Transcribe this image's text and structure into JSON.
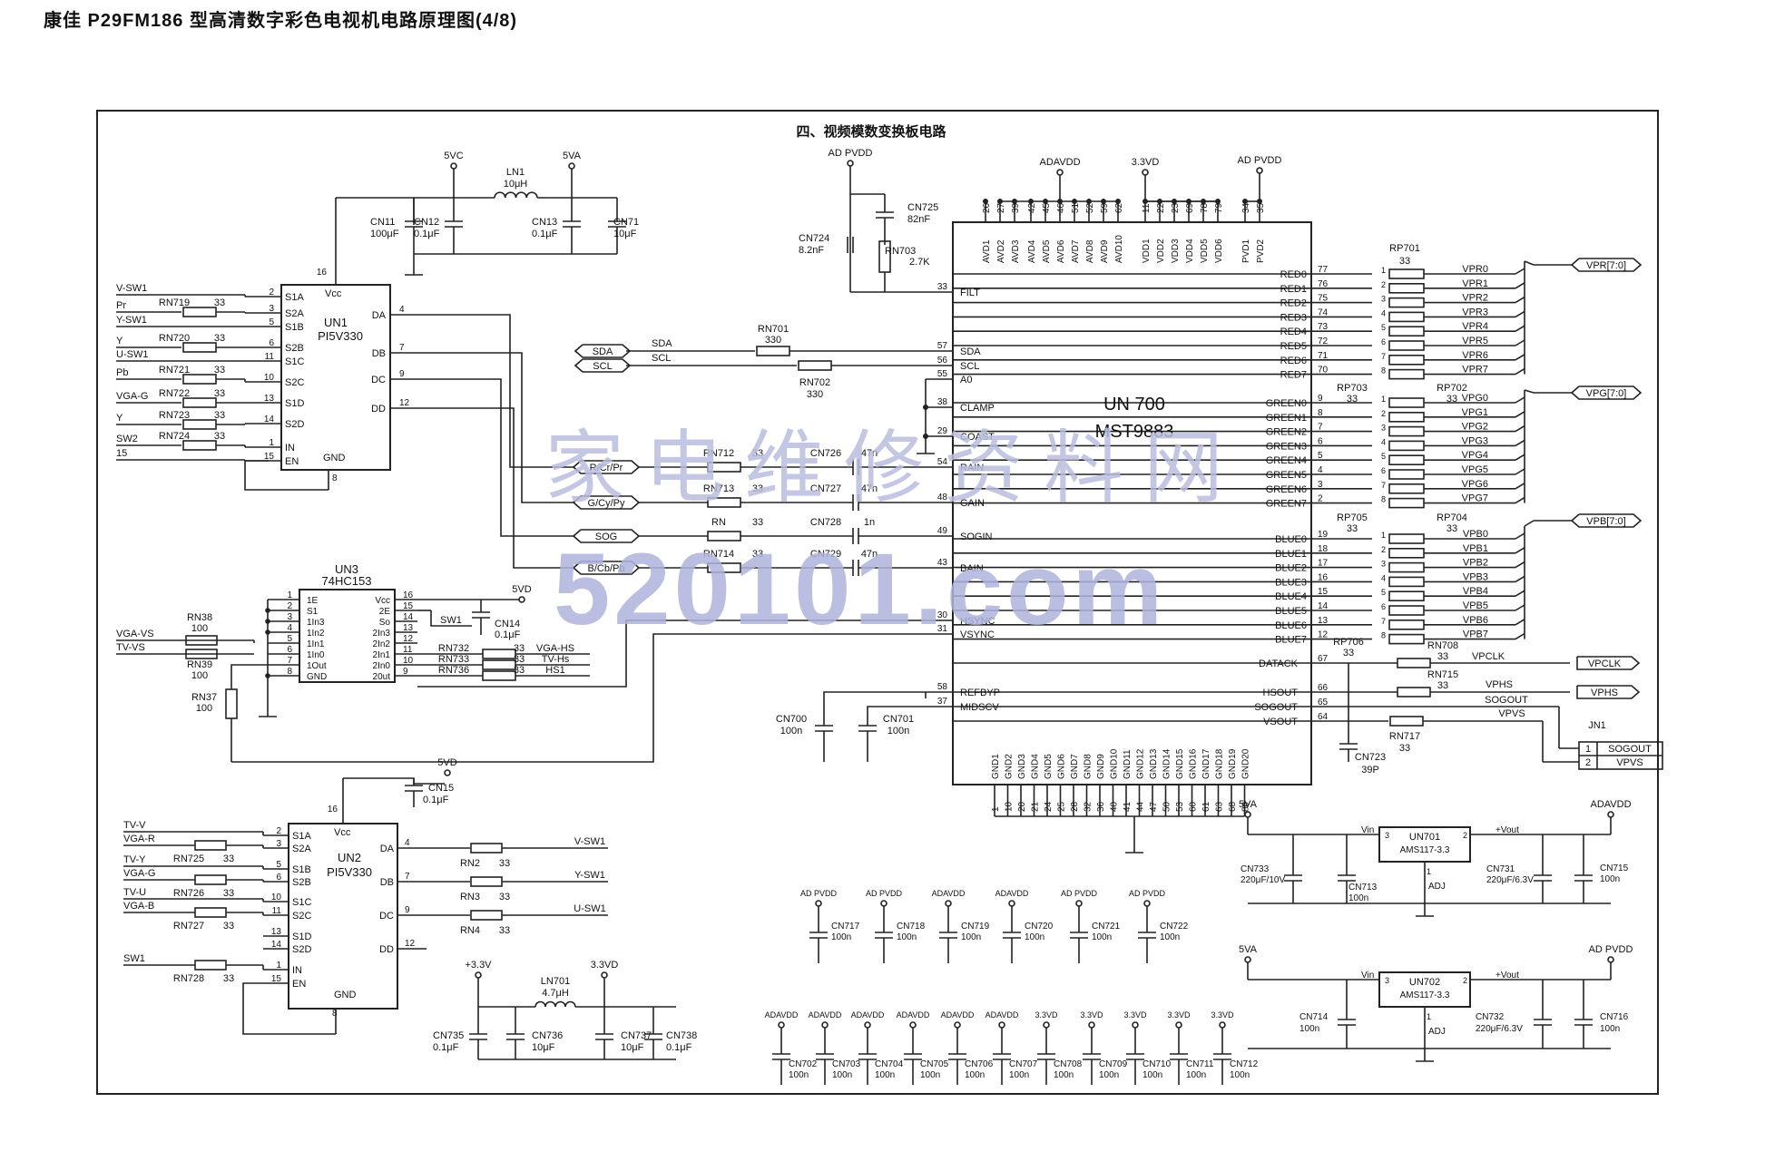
{
  "title": "康佳 P29FM186 型高清数字彩色电视机电路原理图(4/8)",
  "section_title": "四、视频模数变换板电路",
  "watermark": {
    "cn": "家电维修资料网",
    "url": "520101.com"
  },
  "main_ic": {
    "ref": "UN 700",
    "part": "MST9883",
    "top_pins": [
      {
        "pin": "26",
        "name": "AVD1"
      },
      {
        "pin": "27",
        "name": "AVD2"
      },
      {
        "pin": "39",
        "name": "AVD3"
      },
      {
        "pin": "42",
        "name": "AVD4"
      },
      {
        "pin": "45",
        "name": "AVD5"
      },
      {
        "pin": "46",
        "name": "AVD6"
      },
      {
        "pin": "51",
        "name": "AVD7"
      },
      {
        "pin": "52",
        "name": "AVD8"
      },
      {
        "pin": "59",
        "name": "AVD9"
      },
      {
        "pin": "62",
        "name": "AVD10"
      },
      {
        "pin": "11",
        "name": "VDD1"
      },
      {
        "pin": "22",
        "name": "VDD2"
      },
      {
        "pin": "23",
        "name": "VDD3"
      },
      {
        "pin": "69",
        "name": "VDD4"
      },
      {
        "pin": "78",
        "name": "VDD5"
      },
      {
        "pin": "79",
        "name": "VDD6"
      },
      {
        "pin": "34",
        "name": "PVD1"
      },
      {
        "pin": "35",
        "name": "PVD2"
      }
    ],
    "bottom_pins": [
      {
        "pin": "1",
        "name": "GND1"
      },
      {
        "pin": "10",
        "name": "GND2"
      },
      {
        "pin": "20",
        "name": "GND3"
      },
      {
        "pin": "21",
        "name": "GND4"
      },
      {
        "pin": "24",
        "name": "GND5"
      },
      {
        "pin": "25",
        "name": "GND6"
      },
      {
        "pin": "28",
        "name": "GND7"
      },
      {
        "pin": "32",
        "name": "GND8"
      },
      {
        "pin": "36",
        "name": "GND9"
      },
      {
        "pin": "40",
        "name": "GND10"
      },
      {
        "pin": "41",
        "name": "GND11"
      },
      {
        "pin": "44",
        "name": "GND12"
      },
      {
        "pin": "47",
        "name": "GND13"
      },
      {
        "pin": "50",
        "name": "GND14"
      },
      {
        "pin": "53",
        "name": "GND15"
      },
      {
        "pin": "60",
        "name": "GND16"
      },
      {
        "pin": "61",
        "name": "GND17"
      },
      {
        "pin": "63",
        "name": "GND18"
      },
      {
        "pin": "68",
        "name": "GND19"
      },
      {
        "pin": "80",
        "name": "GND20"
      }
    ],
    "left_pins": [
      {
        "pin": "33",
        "name": "FILT"
      },
      {
        "pin": "57",
        "name": "SDA"
      },
      {
        "pin": "56",
        "name": "SCL"
      },
      {
        "pin": "55",
        "name": "A0"
      },
      {
        "pin": "38",
        "name": "CLAMP"
      },
      {
        "pin": "29",
        "name": "COAST"
      },
      {
        "pin": "54",
        "name": "RAIN"
      },
      {
        "pin": "48",
        "name": "GAIN"
      },
      {
        "pin": "49",
        "name": "SOGIN"
      },
      {
        "pin": "43",
        "name": "BAIN"
      },
      {
        "pin": "30",
        "name": "HSYNC"
      },
      {
        "pin": "31",
        "name": "VSYNC"
      },
      {
        "pin": "58",
        "name": "REFBYP"
      },
      {
        "pin": "37",
        "name": "MIDSCV"
      }
    ],
    "red_pins": [
      {
        "pin": "77",
        "name": "RED0"
      },
      {
        "pin": "76",
        "name": "RED1"
      },
      {
        "pin": "75",
        "name": "RED2"
      },
      {
        "pin": "74",
        "name": "RED3"
      },
      {
        "pin": "73",
        "name": "RED4"
      },
      {
        "pin": "72",
        "name": "RED5"
      },
      {
        "pin": "71",
        "name": "RED6"
      },
      {
        "pin": "70",
        "name": "RED7"
      }
    ],
    "green_pins": [
      {
        "pin": "9",
        "name": "GREEN0"
      },
      {
        "pin": "8",
        "name": "GREEN1"
      },
      {
        "pin": "7",
        "name": "GREEN2"
      },
      {
        "pin": "6",
        "name": "GREEN3"
      },
      {
        "pin": "5",
        "name": "GREEN4"
      },
      {
        "pin": "4",
        "name": "GREEN5"
      },
      {
        "pin": "3",
        "name": "GREEN6"
      },
      {
        "pin": "2",
        "name": "GREEN7"
      }
    ],
    "blue_pins": [
      {
        "pin": "19",
        "name": "BLUE0"
      },
      {
        "pin": "18",
        "name": "BLUE1"
      },
      {
        "pin": "17",
        "name": "BLUE2"
      },
      {
        "pin": "16",
        "name": "BLUE3"
      },
      {
        "pin": "15",
        "name": "BLUE4"
      },
      {
        "pin": "14",
        "name": "BLUE5"
      },
      {
        "pin": "13",
        "name": "BLUE6"
      },
      {
        "pin": "12",
        "name": "BLUE7"
      }
    ],
    "right_misc": [
      {
        "pin": "67",
        "name": "DATACK"
      },
      {
        "pin": "66",
        "name": "HSOUT"
      },
      {
        "pin": "65",
        "name": "SOGOUT"
      },
      {
        "pin": "64",
        "name": "VSOUT"
      }
    ]
  },
  "buses": {
    "red": {
      "array": "RP701",
      "value": "33",
      "nets": [
        "VPR0",
        "VPR1",
        "VPR2",
        "VPR3",
        "VPR4",
        "VPR5",
        "VPR6",
        "VPR7"
      ],
      "label": "VPR[7:0]"
    },
    "green": {
      "array1": "RP703",
      "array2": "RP702",
      "value": "33",
      "nets": [
        "VPG0",
        "VPG1",
        "VPG2",
        "VPG3",
        "VPG4",
        "VPG5",
        "VPG6",
        "VPG7"
      ],
      "label": "VPG[7:0]"
    },
    "blue": {
      "array1": "RP705",
      "array2": "RP704",
      "value": "33",
      "nets": [
        "VPB0",
        "VPB1",
        "VPB2",
        "VPB3",
        "VPB4",
        "VPB5",
        "VPB6",
        "VPB7"
      ],
      "label": "VPB[7:0]"
    }
  },
  "rp_pins": [
    "1",
    "2",
    "3",
    "4",
    "5",
    "6",
    "7",
    "8",
    "1",
    "2",
    "3",
    "4",
    "5",
    "6",
    "7",
    "8"
  ],
  "right_outputs": {
    "rp706": {
      "ref": "RP706",
      "value": "33"
    },
    "rn708": {
      "ref": "RN708",
      "value": "33",
      "net": "VPCLK",
      "label": "VPCLK"
    },
    "rn715": {
      "ref": "RN715",
      "value": "33",
      "net": "VPHS",
      "label": "VPHS"
    },
    "sogout": "SOGOUT",
    "vpvs": "VPVS",
    "rn717": {
      "ref": "RN717",
      "value": "33"
    },
    "cn723": {
      "ref": "CN723",
      "value": "39P"
    },
    "jn1": {
      "ref": "JN1",
      "p1": "1",
      "n1": "SOGOUT",
      "p2": "2",
      "n2": "VPVS"
    }
  },
  "power_top": {
    "adpvdd": "AD PVDD",
    "adavdd": "ADAVDD",
    "v33": "3.3VD",
    "adpvdd2": "AD PVDD",
    "cn725": {
      "ref": "CN725",
      "value": "82nF"
    },
    "cn724": {
      "ref": "CN724",
      "value": "8.2nF"
    },
    "rn703": {
      "ref": "RN703",
      "value": "2.7K"
    }
  },
  "i2c": {
    "sda": "SDA",
    "scl": "SCL",
    "rn701": {
      "ref": "RN701",
      "value": "330"
    },
    "rn702": {
      "ref": "RN702",
      "value": "330"
    }
  },
  "analog_in": [
    {
      "label": "R/Cr/Pr",
      "res": "RN712",
      "rval": "33",
      "cap": "CN726",
      "cval": "47n"
    },
    {
      "label": "G/Cy/Py",
      "res": "RN713",
      "rval": "33",
      "cap": "CN727",
      "cval": "47n"
    },
    {
      "label": "SOG",
      "res": "RN",
      "rval": "33",
      "cap": "CN728",
      "cval": "1n"
    },
    {
      "label": "B/Cb/Pb",
      "res": "RN714",
      "rval": "33",
      "cap": "CN729",
      "cval": "47n"
    }
  ],
  "refcaps": {
    "cn700": {
      "ref": "CN700",
      "value": "100n"
    },
    "cn701": {
      "ref": "CN701",
      "value": "100n"
    }
  },
  "un1": {
    "ref": "UN1",
    "part": "PI5V330",
    "vcc": "Vcc",
    "gnd": "GND",
    "vcc_pin": "16",
    "gnd_pin": "8",
    "left": [
      {
        "pin": "2",
        "name": "S1A"
      },
      {
        "pin": "3",
        "name": "S2A"
      },
      {
        "pin": "5",
        "name": "S1B"
      },
      {
        "pin": "6",
        "name": "S2B"
      },
      {
        "pin": "11",
        "name": "S1C"
      },
      {
        "pin": "10",
        "name": "S2C"
      },
      {
        "pin": "13",
        "name": "S1D"
      },
      {
        "pin": "14",
        "name": "S2D"
      },
      {
        "pin": "1",
        "name": "IN"
      },
      {
        "pin": "15",
        "name": "EN"
      }
    ],
    "right": [
      {
        "pin": "4",
        "name": "DA"
      },
      {
        "pin": "7",
        "name": "DB"
      },
      {
        "pin": "9",
        "name": "DC"
      },
      {
        "pin": "12",
        "name": "DD"
      }
    ],
    "inputs": [
      {
        "net": "V-SW1"
      },
      {
        "net": "Pr",
        "res": "RN719",
        "val": "33"
      },
      {
        "net": "Y-SW1"
      },
      {
        "net": "Y",
        "res": "RN720",
        "val": "33"
      },
      {
        "net": "U-SW1"
      },
      {
        "net": "Pb",
        "res": "RN721",
        "val": "33"
      },
      {
        "net": "VGA-G",
        "res": "RN722",
        "val": "33"
      },
      {
        "net": "Y",
        "res": "RN723",
        "val": "33"
      },
      {
        "net": "SW2",
        "res": "RN724",
        "val": "33"
      },
      {
        "net": "15"
      }
    ]
  },
  "power_un1": {
    "v5vc": "5VC",
    "v5va": "5VA",
    "ln1": {
      "ref": "LN1",
      "value": "10μH"
    },
    "caps": [
      {
        "ref": "CN11",
        "value": "100μF"
      },
      {
        "ref": "CN12",
        "value": "0.1μF"
      },
      {
        "ref": "CN13",
        "value": "0.1μF"
      },
      {
        "ref": "CN71",
        "value": "10μF"
      }
    ]
  },
  "un3": {
    "ref": "UN3",
    "part": "74HC153",
    "left": [
      {
        "pin": "1",
        "name": "1E"
      },
      {
        "pin": "2",
        "name": "S1"
      },
      {
        "pin": "3",
        "name": "1In3"
      },
      {
        "pin": "4",
        "name": "1In2"
      },
      {
        "pin": "5",
        "name": "1In1"
      },
      {
        "pin": "6",
        "name": "1In0"
      },
      {
        "pin": "7",
        "name": "1Out"
      },
      {
        "pin": "8",
        "name": "GND"
      }
    ],
    "right": [
      {
        "pin": "16",
        "name": "Vcc"
      },
      {
        "pin": "15",
        "name": "2E"
      },
      {
        "pin": "14",
        "name": "So"
      },
      {
        "pin": "13",
        "name": "2In3"
      },
      {
        "pin": "12",
        "name": "2In2"
      },
      {
        "pin": "11",
        "name": "2In1"
      },
      {
        "pin": "10",
        "name": "2In0"
      },
      {
        "pin": "9",
        "name": "20ut"
      }
    ],
    "vga_vs": "VGA-VS",
    "tv_vs": "TV-VS",
    "rn38": {
      "ref": "RN38",
      "value": "100"
    },
    "rn39": {
      "ref": "RN39",
      "value": "100"
    },
    "rn37": {
      "ref": "RN37",
      "value": "100"
    },
    "v5vd": "5VD",
    "sw1": "SW1",
    "cn14": {
      "ref": "CN14",
      "value": "0.1μF"
    },
    "rn732": {
      "ref": "RN732",
      "value": "33",
      "net": "VGA-HS"
    },
    "rn733": {
      "ref": "RN733",
      "value": "33",
      "net": "TV-Hs"
    },
    "rn736": {
      "ref": "RN736",
      "value": "33",
      "net": "HS1"
    }
  },
  "un2": {
    "ref": "UN2",
    "part": "PI5V330",
    "vcc": "Vcc",
    "gnd": "GND",
    "vcc_pin": "16",
    "gnd_pin": "8",
    "v5vd": "5VD",
    "cn15": {
      "ref": "CN15",
      "value": "0.1μF"
    },
    "left": [
      {
        "pin": "2",
        "name": "S1A"
      },
      {
        "pin": "3",
        "name": "S2A"
      },
      {
        "pin": "5",
        "name": "S1B"
      },
      {
        "pin": "6",
        "name": "S2B"
      },
      {
        "pin": "10",
        "name": "S1C"
      },
      {
        "pin": "11",
        "name": "S2C"
      },
      {
        "pin": "13",
        "name": "S1D"
      },
      {
        "pin": "14",
        "name": "S2D"
      },
      {
        "pin": "1",
        "name": "IN"
      },
      {
        "pin": "15",
        "name": "EN"
      }
    ],
    "right": [
      {
        "pin": "4",
        "name": "DA"
      },
      {
        "pin": "7",
        "name": "DB"
      },
      {
        "pin": "9",
        "name": "DC"
      },
      {
        "pin": "12",
        "name": "DD"
      }
    ],
    "inputs": [
      {
        "net": "TV-V"
      },
      {
        "net": "VGA-R",
        "res": "RN725",
        "val": "33"
      },
      {
        "net": "TV-Y"
      },
      {
        "net": "VGA-G",
        "res": "RN726",
        "val": "33"
      },
      {
        "net": "TV-U"
      },
      {
        "net": "VGA-B",
        "res": "RN727",
        "val": "33"
      },
      {
        "net": "SW1",
        "res": "RN728",
        "val": "33"
      }
    ],
    "outputs": [
      {
        "res": "RN2",
        "val": "33",
        "net": "V-SW1"
      },
      {
        "res": "RN3",
        "val": "33",
        "net": "Y-SW1"
      },
      {
        "res": "RN4",
        "val": "33",
        "net": "U-SW1"
      }
    ]
  },
  "power_33": {
    "p33": "+3.3V",
    "v33": "3.3VD",
    "ln701": {
      "ref": "LN701",
      "value": "4.7μH"
    },
    "caps": [
      {
        "ref": "CN735",
        "value": "0.1μF"
      },
      {
        "ref": "CN736",
        "value": "10μF"
      },
      {
        "ref": "CN737",
        "value": "10μF"
      },
      {
        "ref": "CN738",
        "value": "0.1μF"
      }
    ]
  },
  "decoupling_row1": [
    {
      "rail": "AD PVDD",
      "ref": "CN717",
      "value": "100n"
    },
    {
      "rail": "AD PVDD",
      "ref": "CN718",
      "value": "100n"
    },
    {
      "rail": "ADAVDD",
      "ref": "CN719",
      "value": "100n"
    },
    {
      "rail": "ADAVDD",
      "ref": "CN720",
      "value": "100n"
    },
    {
      "rail": "AD PVDD",
      "ref": "CN721",
      "value": "100n"
    },
    {
      "rail": "AD PVDD",
      "ref": "CN722",
      "value": "100n"
    }
  ],
  "decoupling_row2": [
    {
      "rail": "ADAVDD",
      "ref": "CN702",
      "value": "100n"
    },
    {
      "rail": "ADAVDD",
      "ref": "CN703",
      "value": "100n"
    },
    {
      "rail": "ADAVDD",
      "ref": "CN704",
      "value": "100n"
    },
    {
      "rail": "ADAVDD",
      "ref": "CN705",
      "value": "100n"
    },
    {
      "rail": "ADAVDD",
      "ref": "CN706",
      "value": "100n"
    },
    {
      "rail": "ADAVDD",
      "ref": "CN707",
      "value": "100n"
    },
    {
      "rail": "3.3VD",
      "ref": "CN708",
      "value": "100n"
    },
    {
      "rail": "3.3VD",
      "ref": "CN709",
      "value": "100n"
    },
    {
      "rail": "3.3VD",
      "ref": "CN710",
      "value": "100n"
    },
    {
      "rail": "3.3VD",
      "ref": "CN711",
      "value": "100n"
    },
    {
      "rail": "3.3VD",
      "ref": "CN712",
      "value": "100n"
    }
  ],
  "regulators": [
    {
      "ref": "UN701",
      "part": "AMS117-3.3",
      "in_rail": "5VA",
      "out_rail": "ADAVDD",
      "vin": "Vin",
      "vout": "+Vout",
      "adj": "ADJ",
      "p1": "1",
      "p2": "2",
      "p3": "3",
      "caps": [
        {
          "ref": "CN733",
          "value": "220μF/10V"
        },
        {
          "ref": "CN713",
          "value": "100n"
        },
        {
          "ref": "CN731",
          "value": "220μF/6.3V"
        },
        {
          "ref": "CN715",
          "value": "100n"
        }
      ]
    },
    {
      "ref": "UN702",
      "part": "AMS117-3.3",
      "in_rail": "5VA",
      "out_rail": "AD PVDD",
      "vin": "Vin",
      "vout": "+Vout",
      "adj": "ADJ",
      "p1": "1",
      "p2": "2",
      "p3": "3",
      "caps": [
        {
          "ref": "CN714",
          "value": "100n"
        },
        {
          "ref": "CN732",
          "value": "220μF/6.3V"
        },
        {
          "ref": "CN716",
          "value": "100n"
        }
      ]
    }
  ]
}
